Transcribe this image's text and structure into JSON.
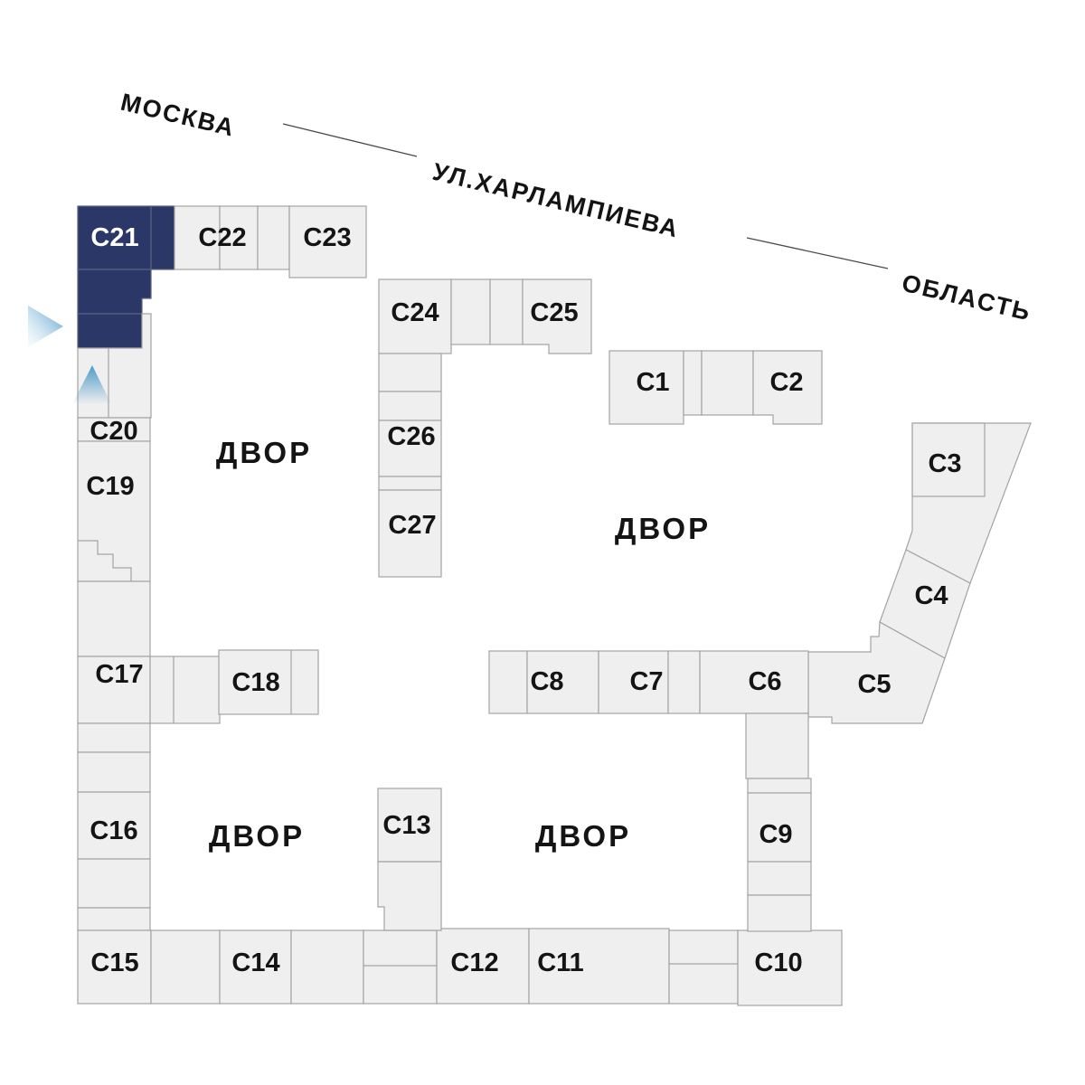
{
  "street": {
    "city_label": "МОСКВА",
    "street_label": "УЛ.ХАРЛАМПИЕВА",
    "region_label": "ОБЛАСТЬ"
  },
  "courtyards": [
    {
      "label": "ДВОР"
    },
    {
      "label": "ДВОР"
    },
    {
      "label": "ДВОР"
    },
    {
      "label": "ДВОР"
    }
  ],
  "buildings": {
    "c1": {
      "label": "С1"
    },
    "c2": {
      "label": "С2"
    },
    "c3": {
      "label": "С3"
    },
    "c4": {
      "label": "С4"
    },
    "c5": {
      "label": "С5"
    },
    "c6": {
      "label": "С6"
    },
    "c7": {
      "label": "С7"
    },
    "c8": {
      "label": "С8"
    },
    "c9": {
      "label": "С9"
    },
    "c10": {
      "label": "С10"
    },
    "c11": {
      "label": "С11"
    },
    "c12": {
      "label": "С12"
    },
    "c13": {
      "label": "С13"
    },
    "c14": {
      "label": "С14"
    },
    "c15": {
      "label": "С15"
    },
    "c16": {
      "label": "С16"
    },
    "c17": {
      "label": "С17"
    },
    "c18": {
      "label": "С18"
    },
    "c19": {
      "label": "С19"
    },
    "c20": {
      "label": "С20"
    },
    "c21": {
      "label": "С21",
      "highlighted": true
    },
    "c22": {
      "label": "С22"
    },
    "c23": {
      "label": "С23"
    },
    "c24": {
      "label": "С24"
    },
    "c25": {
      "label": "С25"
    },
    "c26": {
      "label": "С26"
    },
    "c27": {
      "label": "С27"
    }
  },
  "colors": {
    "highlight_fill": "#2b3766",
    "building_fill": "#efefef",
    "building_stroke": "#a3a3a3",
    "arrow_blue": "#4e9ac9",
    "label_color": "#141414",
    "highlight_label_color": "#ffffff",
    "background": "#ffffff"
  }
}
